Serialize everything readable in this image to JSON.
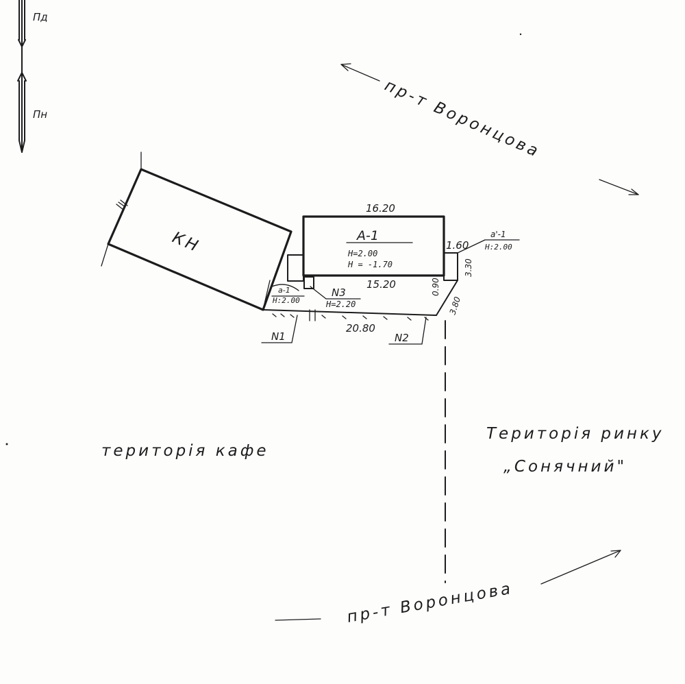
{
  "north_arrow": {
    "top_label": "Пд",
    "bottom_label": "Пн"
  },
  "streets": {
    "top": "пр-т  Воронцова",
    "bottom": "пр-т  Воронцова"
  },
  "buildings": {
    "kn_label": "КН",
    "main": {
      "label": "А-1",
      "height_top": "Н=2.00",
      "height_bottom": "Н = -1.70",
      "width_top": "16.20",
      "width_bottom": "15.20"
    },
    "porch_left": {
      "label": "а-1",
      "height": "Н:2.00"
    },
    "porch_right": {
      "label": "а'-1",
      "height": "Н:2.00"
    },
    "n3": {
      "label": "N3",
      "height": "Н=2.20"
    }
  },
  "dimensions": {
    "right_top": "1.60",
    "right_side": "3.30",
    "gap": "0.90",
    "diagonal": "3.80",
    "fence_length": "20.80"
  },
  "markers": {
    "n1": "N1",
    "n2": "N2"
  },
  "areas": {
    "cafe": "територія   кафе",
    "market_line1": "Територія  ринку",
    "market_line2": "„Сонячний\""
  },
  "colors": {
    "ink": "#1c1c1c",
    "paper": "#fdfdfc"
  }
}
